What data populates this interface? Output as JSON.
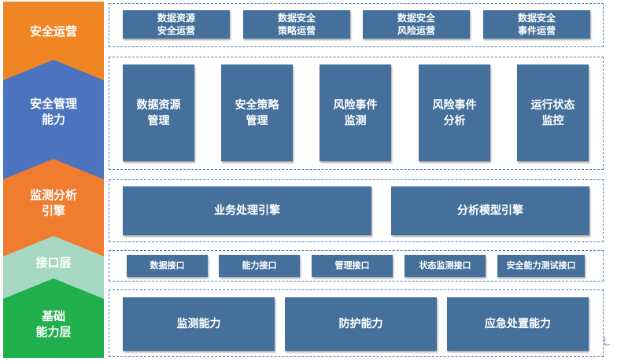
{
  "colors": {
    "orange": "#f08524",
    "blue": "#4c73be",
    "mint": "#a7d8c4",
    "green": "#1faf4b",
    "box": "#44709b",
    "panel_border": "#4f7eb5"
  },
  "layers": [
    {
      "lines": [
        "安全运营"
      ]
    },
    {
      "lines": [
        "安全管理",
        "能力"
      ]
    },
    {
      "lines": [
        "监测分析",
        "引擎"
      ]
    },
    {
      "lines": [
        "接口层"
      ]
    },
    {
      "lines": [
        "基础",
        "能力层"
      ]
    }
  ],
  "ops_row": [
    {
      "lines": [
        "数据资源",
        "安全运营"
      ]
    },
    {
      "lines": [
        "数据安全",
        "策略运营"
      ]
    },
    {
      "lines": [
        "数据安全",
        "风险运营"
      ]
    },
    {
      "lines": [
        "数据安全",
        "事件运营"
      ]
    }
  ],
  "mgmt_row": [
    {
      "lines": [
        "数据资源",
        "管理"
      ]
    },
    {
      "lines": [
        "安全策略",
        "管理"
      ]
    },
    {
      "lines": [
        "风险事件",
        "监测"
      ]
    },
    {
      "lines": [
        "风险事件",
        "分析"
      ]
    },
    {
      "lines": [
        "运行状态",
        "监控"
      ]
    }
  ],
  "engine_row": [
    {
      "lines": [
        "业务处理引擎"
      ]
    },
    {
      "lines": [
        "分析模型引擎"
      ]
    }
  ],
  "interface_row": [
    {
      "lines": [
        "数据接口"
      ]
    },
    {
      "lines": [
        "能力接口"
      ]
    },
    {
      "lines": [
        "管理接口"
      ]
    },
    {
      "lines": [
        "状态监测接口"
      ]
    },
    {
      "lines": [
        "安全能力测试接口"
      ]
    }
  ],
  "base_row": [
    {
      "lines": [
        "监测能力"
      ]
    },
    {
      "lines": [
        "防护能力"
      ]
    },
    {
      "lines": [
        "应急处置能力"
      ]
    }
  ]
}
